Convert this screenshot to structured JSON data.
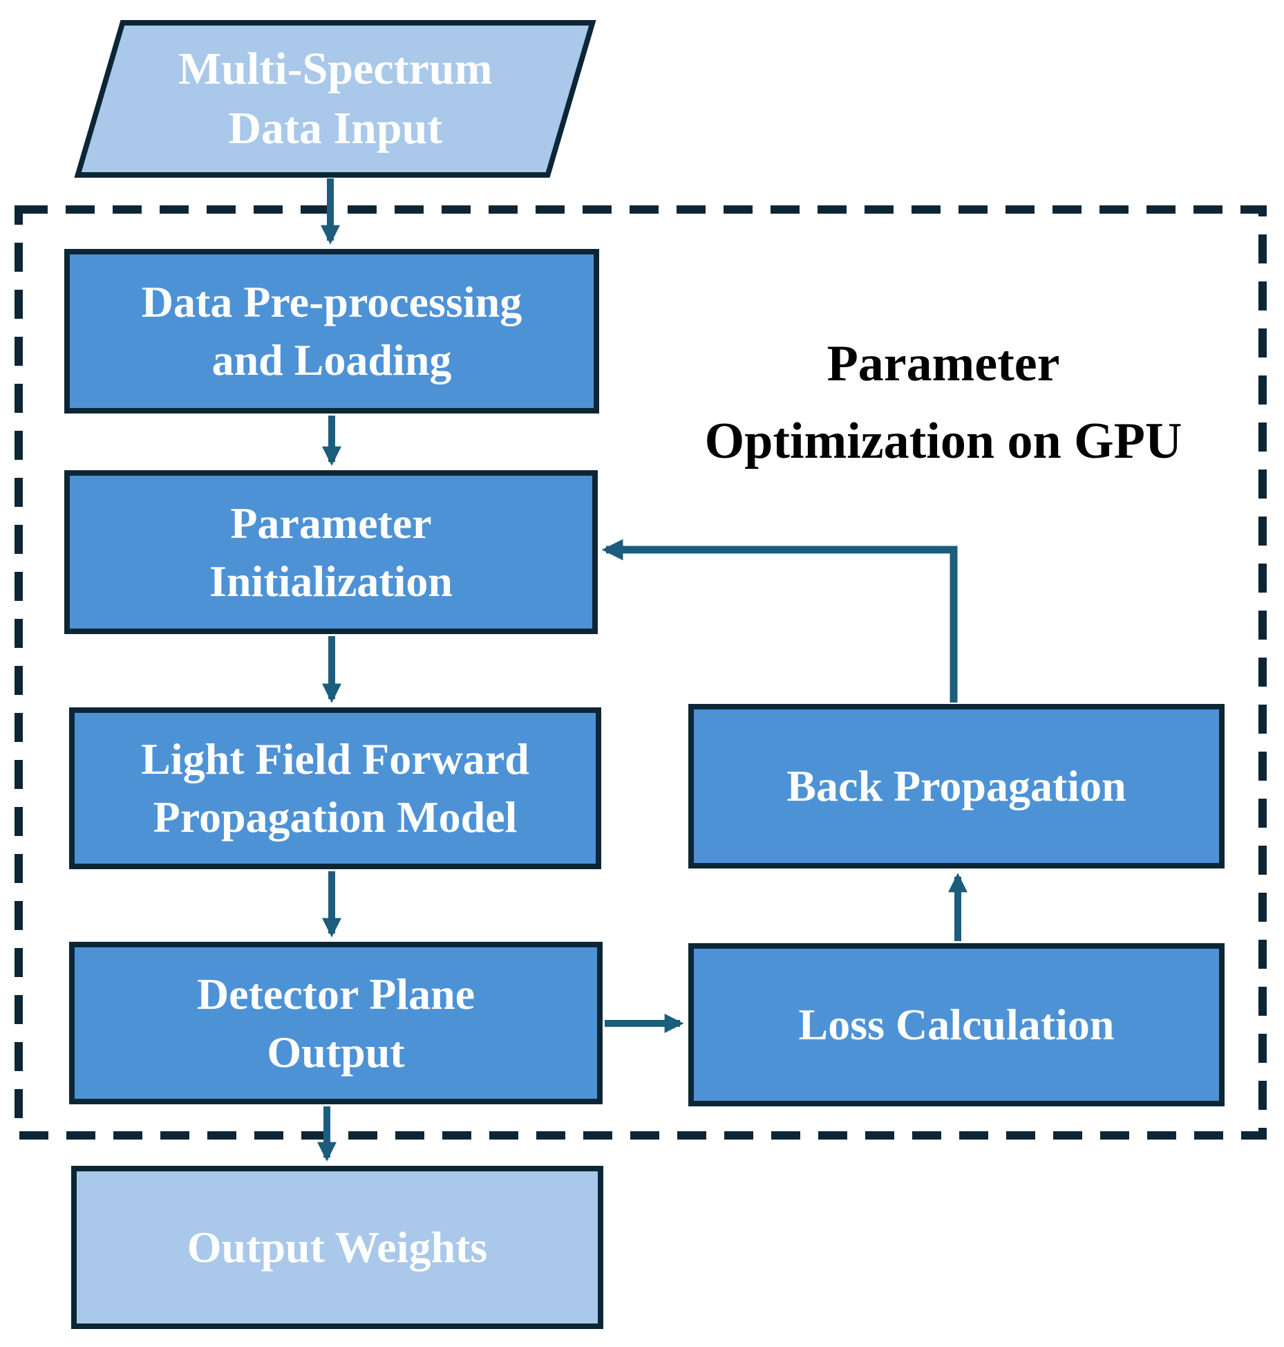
{
  "colors": {
    "node_fill": "#4E92D6",
    "io_fill": "#A9C8EA",
    "border": "#0D2636",
    "arrow": "#1C5D7D",
    "label_text": "#FFFFFF",
    "region_label_text": "#000000",
    "bg": "#FFFFFF"
  },
  "region": {
    "label": "Parameter\nOptimization on GPU"
  },
  "nodes": {
    "input": {
      "label": "Multi-Spectrum\nData Input"
    },
    "preprocess": {
      "label": "Data Pre-processing\nand Loading"
    },
    "init": {
      "label": "Parameter\nInitialization"
    },
    "forward": {
      "label": "Light Field Forward\nPropagation Model"
    },
    "detector": {
      "label": "Detector Plane\nOutput"
    },
    "backprop": {
      "label": "Back Propagation"
    },
    "loss": {
      "label": "Loss Calculation"
    },
    "output": {
      "label": "Output Weights"
    }
  }
}
